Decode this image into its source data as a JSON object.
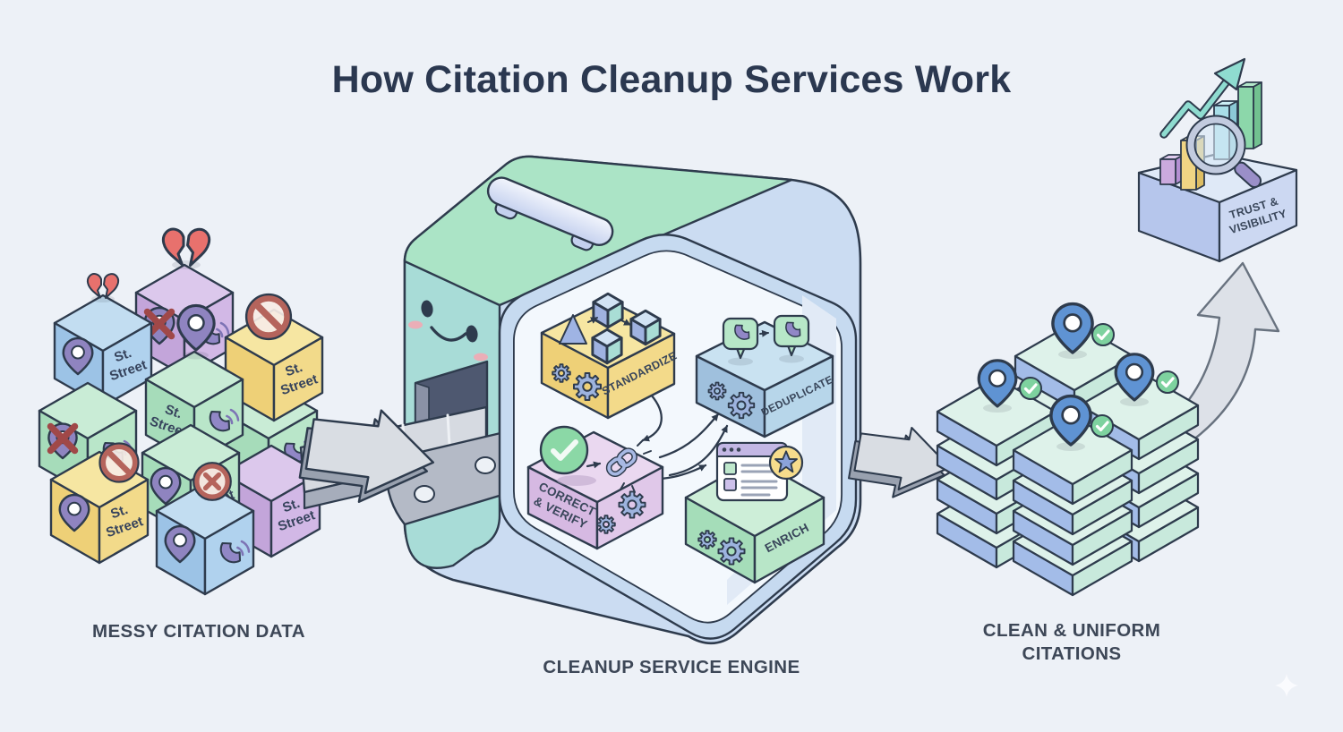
{
  "title": "How Citation Cleanup Services Work",
  "stages": {
    "messy": {
      "caption": "MESSY CITATION DATA",
      "cube_label": {
        "line1": "St.",
        "line2": "Street"
      }
    },
    "engine": {
      "caption": "CLEANUP SERVICE ENGINE",
      "processes": {
        "standardize": {
          "label": "STANDARDIZE"
        },
        "deduplicate": {
          "label": "DEDUPLICATE"
        },
        "correct_verify": {
          "line1": "CORRECT",
          "line2": "& VERIFY"
        },
        "enrich": {
          "label": "ENRICH"
        }
      }
    },
    "clean": {
      "caption": {
        "line1": "CLEAN & UNIFORM",
        "line2": "CITATIONS"
      }
    },
    "outcome": {
      "label": {
        "line1": "TRUST &",
        "line2": "VISIBILITY"
      }
    }
  },
  "icons": {
    "broken-heart": "💔",
    "location-pin": "📍",
    "phone-handset": "✆",
    "prohibition-sign": "🚫",
    "x-mark": "✕",
    "x-circle": "⊗",
    "gear": "⚙",
    "check": "✓",
    "chain-link": "🔗",
    "star": "★",
    "speech-bubble": "💬",
    "browser-window": "▤",
    "magnifier": "🔍",
    "growth-arrow": "↗",
    "pyramid": "▲",
    "cube": "◫"
  },
  "colors": {
    "background": "#edf1f7",
    "outline_navy": "#2e3b4d",
    "title_text": "#2b3850",
    "caption_text": "#3d4757",
    "machine_roof_mint": "#abe4c6",
    "machine_face_teal": "#a8dcd7",
    "machine_band_blue": "#cbdcf2",
    "window_fill": "#f3f8fd",
    "box_standardize_yellow": "#f6e6a2",
    "box_deduplicate_blue": "#c9e2f1",
    "box_correct_purple": "#ead8f0",
    "box_enrich_green": "#cdeed8",
    "arrow_gray": "#d9dde3",
    "messy_pin_purple": "#8f84c0",
    "clean_pin_blue": "#5f93d3",
    "check_green": "#7ed29f",
    "heart_red": "#e8716d",
    "prohibition_red": "#b5645c"
  }
}
